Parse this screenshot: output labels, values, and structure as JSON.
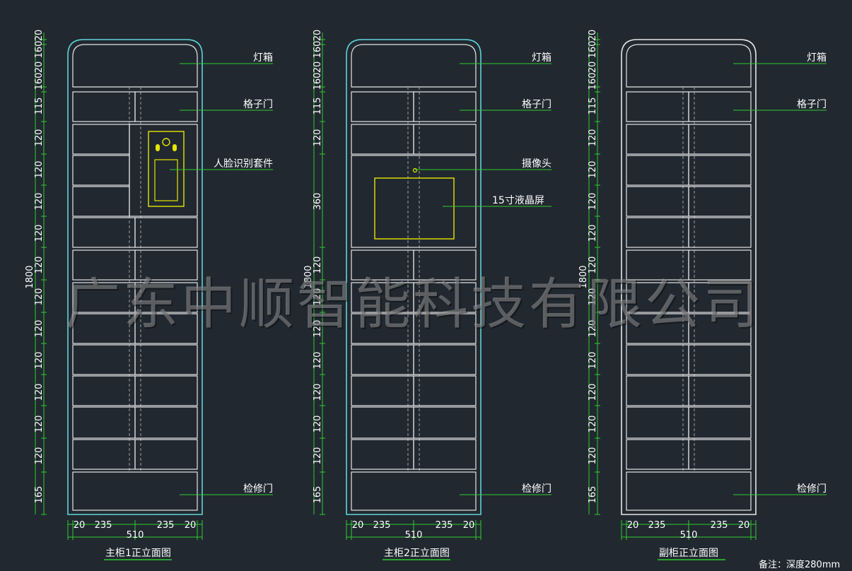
{
  "cabinets": [
    {
      "title": "主柜1正立面图",
      "total_height_label": "1800",
      "width_label": "510",
      "width_parts": [
        "20",
        "235",
        "235",
        "20"
      ],
      "row_labels": [
        "20",
        "160",
        "20",
        "115",
        "120",
        "120",
        "120",
        "120",
        "120",
        "120",
        "120",
        "120",
        "120",
        "120",
        "120",
        "165"
      ],
      "callouts": [
        "灯箱",
        "格子门",
        "人脸识别套件",
        "检修门"
      ],
      "outline_color": "#5fd3d8"
    },
    {
      "title": "主柜2正立面图",
      "total_height_label": "1800",
      "width_label": "510",
      "width_parts": [
        "20",
        "235",
        "235",
        "20"
      ],
      "row_labels": [
        "20",
        "160",
        "20",
        "115",
        "120",
        "360",
        "120",
        "120",
        "120",
        "120",
        "120",
        "120",
        "120",
        "165"
      ],
      "callouts": [
        "灯箱",
        "格子门",
        "摄像头",
        "15寸液晶屏",
        "检修门"
      ],
      "outline_color": "#5fd3d8"
    },
    {
      "title": "副柜正立面图",
      "total_height_label": "1800",
      "width_label": "510",
      "width_parts": [
        "20",
        "235",
        "235",
        "20"
      ],
      "row_labels": [
        "20",
        "160",
        "20",
        "115",
        "120",
        "120",
        "120",
        "120",
        "120",
        "120",
        "120",
        "120",
        "120",
        "120",
        "120",
        "165"
      ],
      "callouts": [
        "灯箱",
        "格子门",
        "检修门"
      ],
      "outline_color": "#e6e6e6"
    }
  ],
  "note": "备注：深度280mm",
  "watermark": "广东中顺智能科技有限公司",
  "colors": {
    "background": "#212830",
    "leader": "#2ecc2e",
    "dim_line": "#2ecc2e",
    "device": "#e6e600",
    "text": "#ffffff"
  }
}
